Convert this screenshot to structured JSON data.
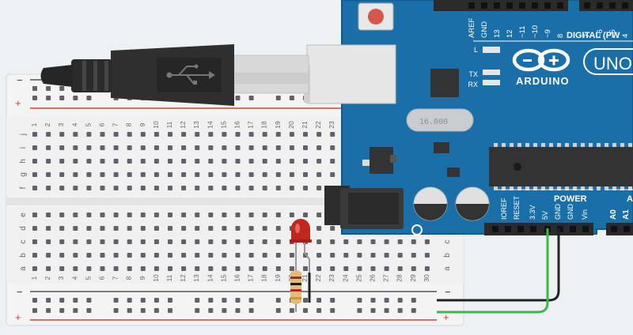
{
  "breadboard": {
    "columns_top": [
      "1",
      "2",
      "3",
      "4",
      "5",
      "6",
      "7",
      "8",
      "9",
      "10",
      "11",
      "12",
      "13",
      "14",
      "15",
      "16",
      "17",
      "18",
      "19",
      "20",
      "21",
      "22",
      "23"
    ],
    "columns_bottom": [
      "1",
      "2",
      "3",
      "4",
      "5",
      "6",
      "7",
      "8",
      "9",
      "10",
      "11",
      "12",
      "13",
      "14",
      "15",
      "16",
      "17",
      "18",
      "19",
      "20",
      "21",
      "22",
      "23",
      "24",
      "25",
      "26",
      "27",
      "28",
      "29",
      "30"
    ],
    "rows_top": [
      "j",
      "i",
      "h",
      "g",
      "f"
    ],
    "rows_bottom": [
      "e",
      "d",
      "c",
      "b",
      "a"
    ],
    "rail_minus": "−",
    "rail_plus": "+"
  },
  "arduino": {
    "brand": "ARDUINO",
    "model": "UNO",
    "digital_label": "DIGITAL (PW",
    "digital_pins": [
      "AREF",
      "GND",
      "13",
      "12",
      "~11",
      "~10",
      "~9",
      "8",
      "7",
      "~6",
      "~5",
      "4"
    ],
    "led_labels": [
      "L",
      "TX",
      "RX"
    ],
    "crystal": "16.000",
    "power_label": "POWER",
    "power_pins": [
      "IOREF",
      "RESET",
      "3.3V",
      "5V",
      "GND",
      "GND",
      "Vin"
    ],
    "analog_label": "A",
    "analog_pins": [
      "A0",
      "A1"
    ]
  },
  "colors": {
    "board_blue": "#1a6fa8",
    "breadboard": "#f3f3f3",
    "rail_red": "#d93a3a",
    "wire_green": "#3cb84a",
    "wire_black": "#222222",
    "led_red": "#c0281e"
  }
}
